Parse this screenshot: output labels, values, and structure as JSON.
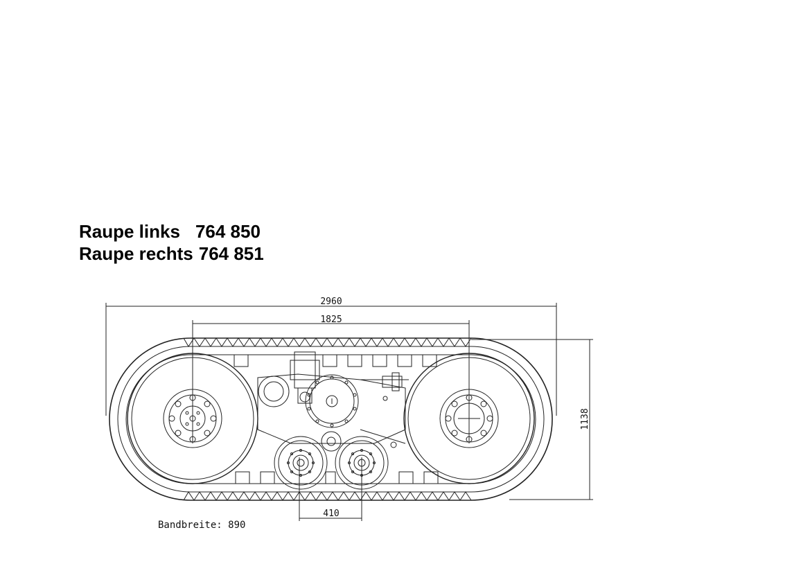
{
  "title": {
    "line1_label": "Raupe links",
    "line1_number": "764 850",
    "line2_label": "Raupe rechts",
    "line2_number": "764 851"
  },
  "dimensions": {
    "overall_length": "2960",
    "wheel_center_distance": "1825",
    "roller_spacing": "410",
    "height": "1138"
  },
  "footnote": {
    "label": "Bandbreite:",
    "value": "890"
  }
}
